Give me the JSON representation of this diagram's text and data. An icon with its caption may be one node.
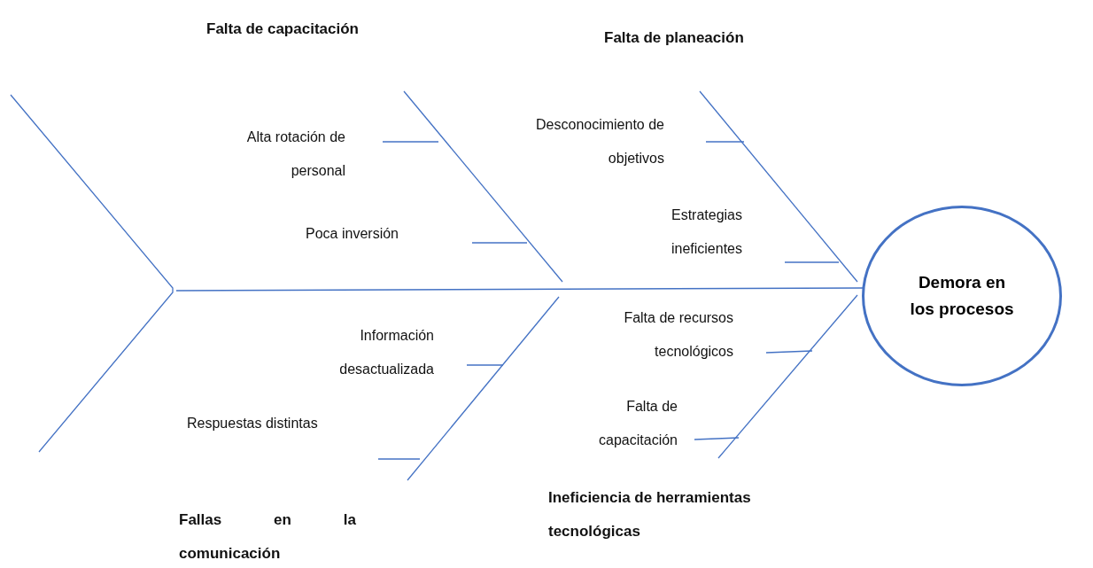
{
  "diagram": {
    "nodes": [
      {
        "text": [],
        "shape": "chevron"
      },
      {
        "text": [
          "Demora en los procesos"
        ]
      }
    ],
    "edges": [
      {
        "from": 0,
        "to": 1,
        "arrow": "none"
      }
    ],
    "labels": [
      "Falta de capacitación",
      "Falta de planeación",
      "Alta rotación de personal",
      "Desconocimiento de objetivos",
      "Estrategias ineficientes",
      "Poca inversión",
      "Información desactualizada",
      "Falta de recursos tecnológicos",
      "Respuestas distintas",
      "Falta de capacitación",
      "Ineficiencia de herramientas tecnológicas",
      "Fallas en la comunicación"
    ]
  }
}
